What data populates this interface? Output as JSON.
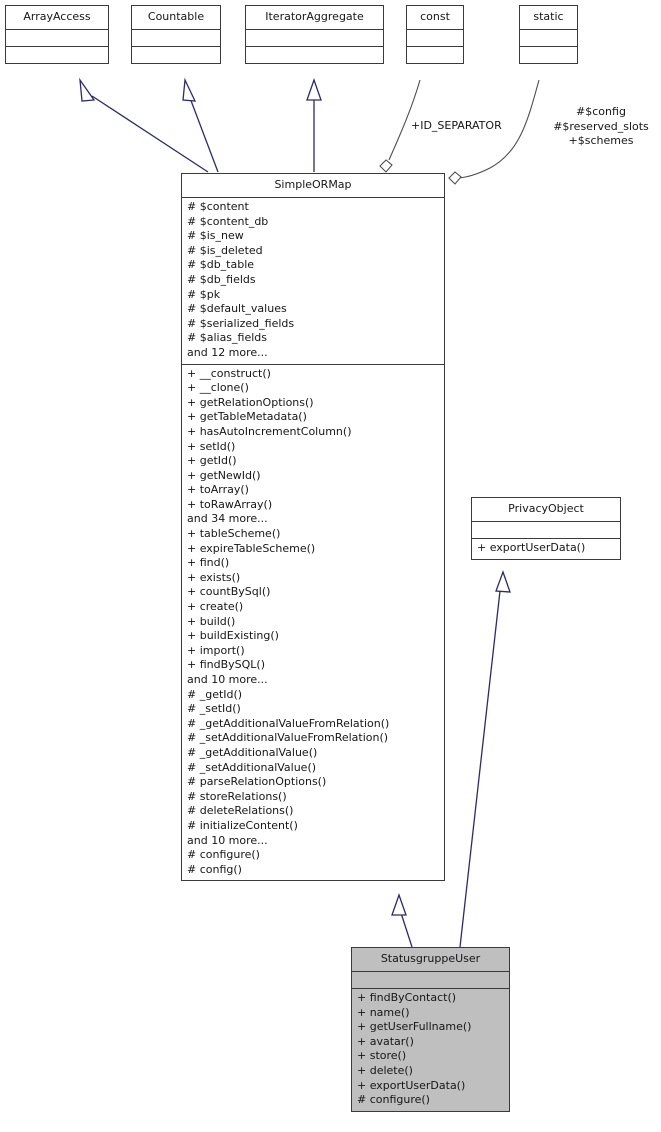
{
  "diagram": {
    "type": "uml-class-diagram",
    "background": "#ffffff",
    "inheritance_arrow_color": "#2a2a72",
    "aggregation_line_color": "#4d4d4d",
    "border_color": "#3a3a3a",
    "highlight_fill": "#bfbfbf"
  },
  "classes": {
    "array_access": {
      "name": "ArrayAccess",
      "attributes": [],
      "methods": []
    },
    "countable": {
      "name": "Countable",
      "attributes": [],
      "methods": []
    },
    "iterator_aggregate": {
      "name": "IteratorAggregate",
      "attributes": [],
      "methods": []
    },
    "const": {
      "name": "const",
      "attributes": [],
      "methods": []
    },
    "static": {
      "name": "static",
      "attributes": [],
      "methods": []
    },
    "simple_ormap": {
      "name": "SimpleORMap",
      "attributes": [
        "# $content",
        "# $content_db",
        "# $is_new",
        "# $is_deleted",
        "# $db_table",
        "# $db_fields",
        "# $pk",
        "# $default_values",
        "# $serialized_fields",
        "# $alias_fields",
        "and 12 more..."
      ],
      "methods": [
        "+ __construct()",
        "+ __clone()",
        "+ getRelationOptions()",
        "+ getTableMetadata()",
        "+ hasAutoIncrementColumn()",
        "+ setId()",
        "+ getId()",
        "+ getNewId()",
        "+ toArray()",
        "+ toRawArray()",
        "and 34 more...",
        "+ tableScheme()",
        "+ expireTableScheme()",
        "+ find()",
        "+ exists()",
        "+ countBySql()",
        "+ create()",
        "+ build()",
        "+ buildExisting()",
        "+ import()",
        "+ findBySQL()",
        "and 10 more...",
        "# _getId()",
        "# _setId()",
        "# _getAdditionalValueFromRelation()",
        "# _setAdditionalValueFromRelation()",
        "# _getAdditionalValue()",
        "# _setAdditionalValue()",
        "# parseRelationOptions()",
        "# storeRelations()",
        "# deleteRelations()",
        "# initializeContent()",
        "and 10 more...",
        "# configure()",
        "# config()"
      ]
    },
    "privacy_object": {
      "name": "PrivacyObject",
      "attributes": [],
      "methods": [
        "+ exportUserData()"
      ]
    },
    "statusgruppe_user": {
      "name": "StatusgruppeUser",
      "attributes": [],
      "methods": [
        "+ findByContact()",
        "+ name()",
        "+ getUserFullname()",
        "+ avatar()",
        "+ store()",
        "+ delete()",
        "+ exportUserData()",
        "# configure()"
      ]
    }
  },
  "edge_labels": {
    "id_separator": "+ID_SEPARATOR",
    "static_members_line1": "#$config",
    "static_members_line2": "#$reserved_slots",
    "static_members_line3": "+$schemes"
  }
}
